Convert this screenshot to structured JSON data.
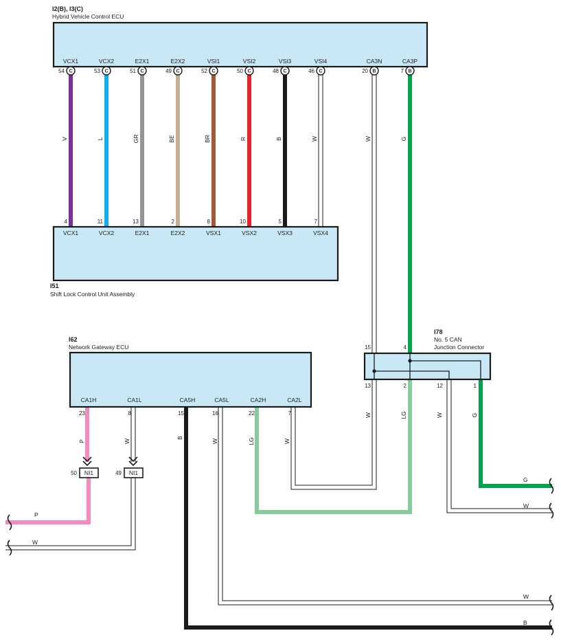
{
  "components": {
    "hv_ecu": {
      "code": "I2(B), I3(C)",
      "name": "Hybrid Vehicle Control ECU"
    },
    "shift_lock": {
      "code": "I51",
      "name": "Shift Lock Control Unit Assembly"
    },
    "gateway": {
      "code": "I62",
      "name": "Network Gateway ECU"
    },
    "can_jc": {
      "code": "I78",
      "name_line1": "No.  5 CAN",
      "name_line2": "Junction Connector"
    }
  },
  "hv_pins": [
    {
      "label": "VCX1",
      "num": "54",
      "conn": "C"
    },
    {
      "label": "VCX2",
      "num": "53",
      "conn": "C"
    },
    {
      "label": "E2X1",
      "num": "51",
      "conn": "C"
    },
    {
      "label": "E2X2",
      "num": "49",
      "conn": "C"
    },
    {
      "label": "VSI1",
      "num": "52",
      "conn": "C"
    },
    {
      "label": "VSI2",
      "num": "50",
      "conn": "C"
    },
    {
      "label": "VSI3",
      "num": "48",
      "conn": "C"
    },
    {
      "label": "VSI4",
      "num": "46",
      "conn": "C"
    },
    {
      "label": "CA3N",
      "num": "20",
      "conn": "B"
    },
    {
      "label": "CA3P",
      "num": "7",
      "conn": "B"
    }
  ],
  "shift_pins": [
    {
      "label": "VCX1",
      "num": "4"
    },
    {
      "label": "VCX2",
      "num": "11"
    },
    {
      "label": "E2X1",
      "num": "13"
    },
    {
      "label": "E2X2",
      "num": "2"
    },
    {
      "label": "VSX1",
      "num": "8"
    },
    {
      "label": "VSX2",
      "num": "10"
    },
    {
      "label": "VSX3",
      "num": "5"
    },
    {
      "label": "VSX4",
      "num": "7"
    }
  ],
  "hv_wires": [
    {
      "code": "V",
      "hex": "#7b3294"
    },
    {
      "code": "L",
      "hex": "#12aee8"
    },
    {
      "code": "GR",
      "hex": "#959595"
    },
    {
      "code": "BE",
      "hex": "#c7ae98"
    },
    {
      "code": "BR",
      "hex": "#a5573a"
    },
    {
      "code": "R",
      "hex": "#e3242b"
    },
    {
      "code": "B",
      "hex": "#1a1a1a"
    },
    {
      "code": "W",
      "hex": "#ffffff"
    },
    {
      "code": "W",
      "hex": "#ffffff"
    },
    {
      "code": "G",
      "hex": "#00a14b"
    }
  ],
  "jc_pins": {
    "p15": "15",
    "p4": "4",
    "p13": "13",
    "p2": "2",
    "p12": "12",
    "p1": "1"
  },
  "gw_pins": [
    {
      "label": "CA1H",
      "num": "23"
    },
    {
      "label": "CA1L",
      "num": "8"
    },
    {
      "label": "CA5H",
      "num": "15"
    },
    {
      "label": "CA5L",
      "num": "16"
    },
    {
      "label": "CA2H",
      "num": "22"
    },
    {
      "label": "CA2L",
      "num": "7"
    }
  ],
  "gw_wire_codes": {
    "ca1h": "P",
    "ca1l": "W",
    "ca5h": "B",
    "ca5l": "W",
    "ca2h": "LG",
    "ca2l": "W",
    "jc13": "W",
    "jc2": "LG",
    "jc12": "W",
    "jc1": "G"
  },
  "ni_connectors": [
    {
      "pin": "50",
      "label": "NI1"
    },
    {
      "pin": "49",
      "label": "NI1"
    }
  ],
  "edge_labels": {
    "p_left": "P",
    "w_left": "W",
    "g_right": "G",
    "w_right_1": "W",
    "w_right_2": "W",
    "b_right": "B"
  },
  "colors": {
    "ecu_fill": "#c9e8f6",
    "pink": "#f28cc0",
    "light_green": "#86cc9c",
    "green": "#00a14b",
    "black": "#1a1a1a"
  }
}
